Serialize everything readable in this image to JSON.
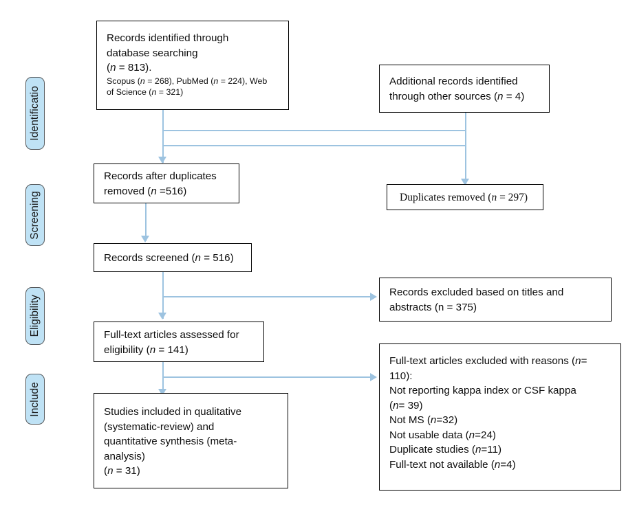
{
  "diagram": {
    "title": "PRISMA flow diagram",
    "accent_connector_color": "#9dc3e0",
    "pill_fill_color": "#bfe2f5",
    "pill_border_color": "#55595c",
    "box_border_color": "#000000"
  },
  "stages": [
    {
      "label": "Identificatio"
    },
    {
      "label": "Screening"
    },
    {
      "label": "Eligibility"
    },
    {
      "label": "Include"
    }
  ],
  "boxes": {
    "records_identified": {
      "lines": [
        "Records identified through",
        "database searching"
      ],
      "count_line": "(n = 813).",
      "count_n": "n",
      "count_rest": " = 813).",
      "sources_line_1": "Scopus (n = 268), PubMed (n = 224), Web",
      "sources_line_2": "of Science (n = 321)"
    },
    "additional_records": {
      "line_1": "Additional records identified",
      "line_2": "through other sources (n = 4)"
    },
    "after_duplicates": {
      "line_1": "Records after duplicates",
      "line_2": "removed (n =516)"
    },
    "duplicates_removed": {
      "line_1": "Duplicates removed (n = 297)"
    },
    "records_screened": {
      "line_1": "Records screened (n = 516)"
    },
    "records_excluded": {
      "line_1": "Records excluded based on titles and",
      "line_2": "abstracts (n = 375)"
    },
    "fulltext_assessed": {
      "line_1": "Full-text articles assessed for",
      "line_2": "eligibility (n = 141)"
    },
    "fulltext_excluded": {
      "line_1": "Full-text articles excluded with reasons (n=",
      "line_2": "110):",
      "line_3": "Not reporting kappa index or CSF kappa",
      "line_4": "(n= 39)",
      "line_5": "Not MS (n=32)",
      "line_6": "Not usable data (n=24)",
      "line_7": "Duplicate studies (n=11)",
      "line_8": "Full-text not available (n=4)"
    },
    "studies_included": {
      "line_1": "Studies included in qualitative",
      "line_2": "(systematic-review) and",
      "line_3": "quantitative synthesis (meta-",
      "line_4": "analysis)",
      "line_5": "(n = 31)"
    }
  }
}
